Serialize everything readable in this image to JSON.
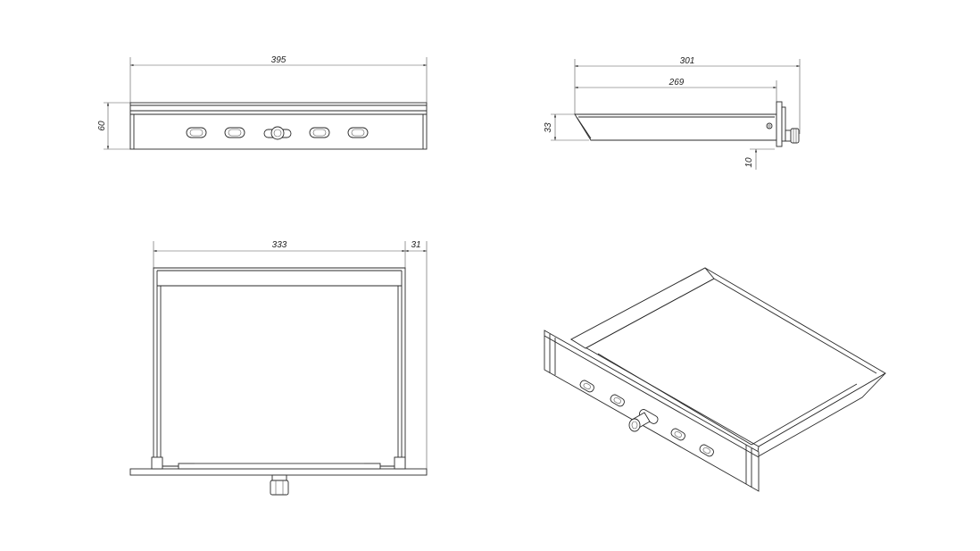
{
  "dimensions": {
    "front_width": "395",
    "front_height": "60",
    "side_depth_total": "301",
    "side_depth_inner": "269",
    "side_height": "33",
    "side_knob_offset": "10",
    "top_width": "333",
    "top_rail": "31"
  }
}
